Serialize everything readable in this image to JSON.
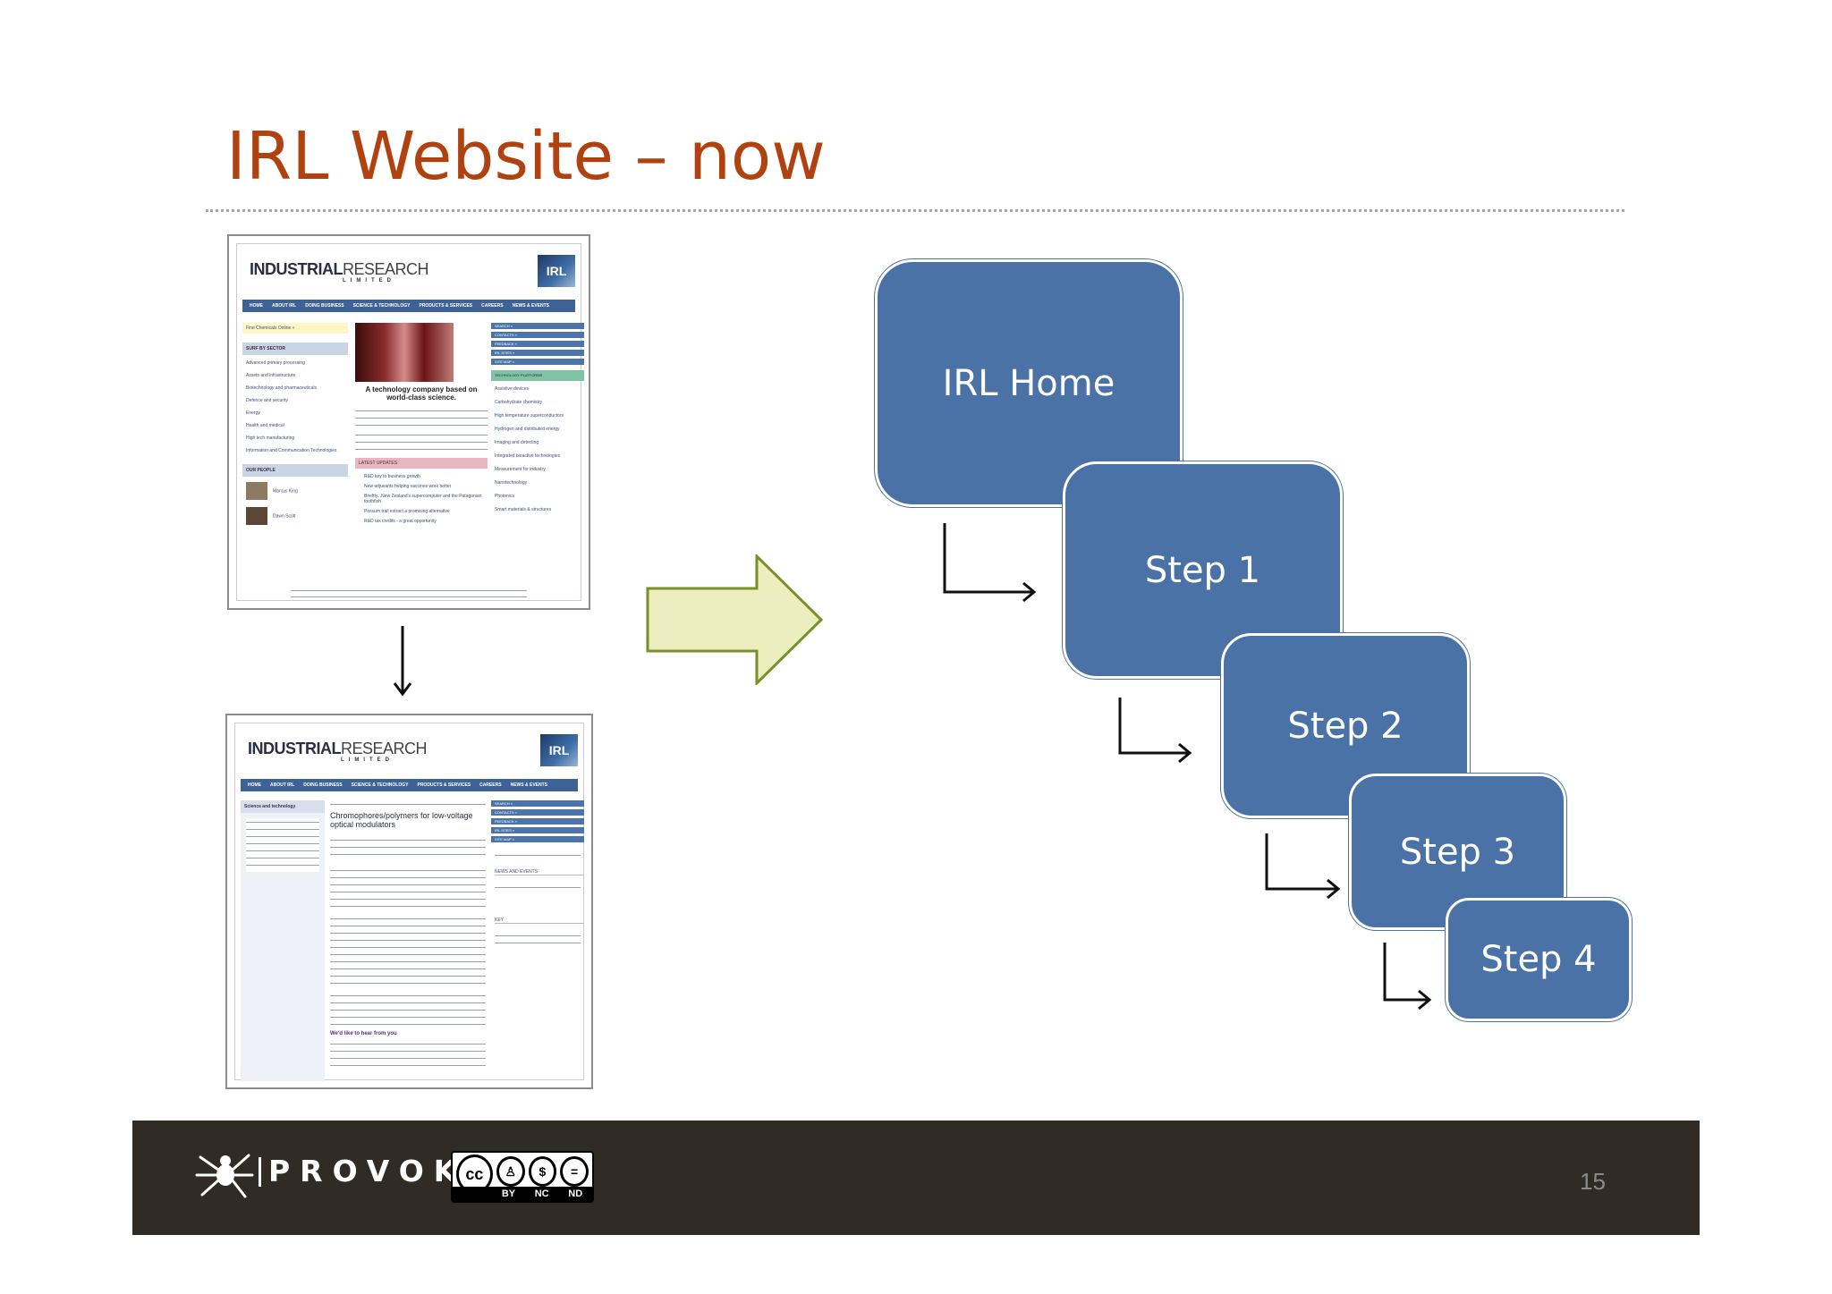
{
  "slide": {
    "title": "IRL Website – now",
    "page_number": "15"
  },
  "website_shot_home": {
    "logo_main": "INDUSTRIAL",
    "logo_accent": "RESEARCH",
    "logo_sub": "LIMITED",
    "badge": "IRL",
    "nav": [
      "HOME",
      "ABOUT IRL",
      "DOING BUSINESS",
      "SCIENCE & TECHNOLOGY",
      "PRODUCTS & SERVICES",
      "CAREERS",
      "NEWS & EVENTS"
    ],
    "highlight_link": "Fine Chemicals Online »",
    "sector_header": "SURF BY SECTOR",
    "sectors": [
      "Advanced primary processing",
      "Assets and infrastructure",
      "Biotechnology and pharmaceuticals",
      "Defence and security",
      "Energy",
      "Health and medical",
      "High tech manufacturing",
      "Information and Communication Technologies"
    ],
    "people_header": "OUR PEOPLE",
    "people": [
      "Marcus King",
      "Dawn Scott"
    ],
    "headline": "A technology company based on world-class science.",
    "updates_header": "LATEST UPDATES",
    "updates": [
      "R&D key to business growth",
      "New adjuvants helping vaccines work better",
      "Brieftly...New Zealand's supercomputer and the Patagonian toothfish",
      "Possum trail extract a promising alternative",
      "R&D tax credits - a great opportunity"
    ],
    "quick_links": [
      "SEARCH »",
      "CONTACTS »",
      "FEEDBACK »",
      "IRL SITES »",
      "SITE MAP »"
    ],
    "platforms_header": "TECHNOLOGY PLATFORMS",
    "platforms": [
      "Assistive devices",
      "Carbohydrate chemistry",
      "High temperature superconductors",
      "Hydrogen and distributed energy",
      "Imaging and detecting",
      "Integrated bioactive technologies",
      "Measurement for industry",
      "Nanotechnology",
      "Photonics",
      "Smart materials & structures"
    ]
  },
  "website_shot_step": {
    "logo_main": "INDUSTRIAL",
    "logo_accent": "RESEARCH",
    "logo_sub": "LIMITED",
    "badge": "IRL",
    "nav": [
      "HOME",
      "ABOUT IRL",
      "DOING BUSINESS",
      "SCIENCE & TECHNOLOGY",
      "PRODUCTS & SERVICES",
      "CAREERS",
      "NEWS & EVENTS"
    ],
    "side_header": "Science and technology",
    "page_heading": "Chromophores/polymers for low-voltage optical modulators",
    "sub_heading": "We'd like to hear from you",
    "quick_links": [
      "SEARCH »",
      "CONTACTS »",
      "FEEDBACK »",
      "IRL SITES »",
      "SITE MAP »"
    ],
    "news_header": "NEWS AND EVENTS",
    "key_header": "KEY"
  },
  "flow": {
    "boxes": [
      "IRL Home",
      "Step 1",
      "Step 2",
      "Step 3",
      "Step 4"
    ]
  },
  "footer": {
    "brand": "PROVOKE",
    "trademark": "™",
    "license_badges": [
      "BY",
      "NC",
      "ND"
    ],
    "cc_mark": "cc"
  },
  "colors": {
    "title": "#b0420f",
    "box_fill": "#4a72a7",
    "footer_bg": "#302c25",
    "arrow_fill": "#eceebf",
    "arrow_stroke": "#7a8f2c"
  }
}
